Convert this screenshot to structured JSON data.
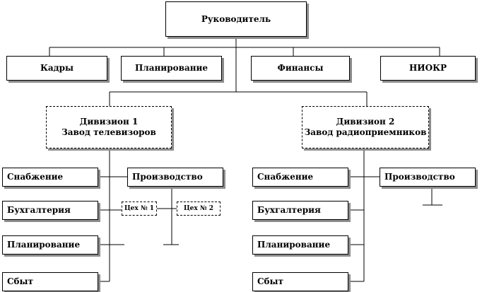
{
  "head": {
    "label": "Руководитель"
  },
  "departments": [
    {
      "id": "kadry",
      "label": "Кадры"
    },
    {
      "id": "planning",
      "label": "Планирование"
    },
    {
      "id": "finance",
      "label": "Финансы"
    },
    {
      "id": "niokr",
      "label": "НИОКР"
    }
  ],
  "division1": {
    "title": "Дивизион 1",
    "subtitle": "Завод телевизоров",
    "units": {
      "supply": "Снабжение",
      "accounting": "Бухгалтерия",
      "planning": "Планирование",
      "sales": "Сбыт",
      "production": "Производство"
    },
    "workshops": [
      "Цех № 1",
      "Цех № 2"
    ]
  },
  "division2": {
    "title": "Дивизион 2",
    "subtitle": "Завод радиоприемников",
    "units": {
      "supply": "Снабжение",
      "accounting": "Бухгалтерия",
      "planning": "Планирование",
      "sales": "Сбыт",
      "production": "Производство"
    }
  }
}
